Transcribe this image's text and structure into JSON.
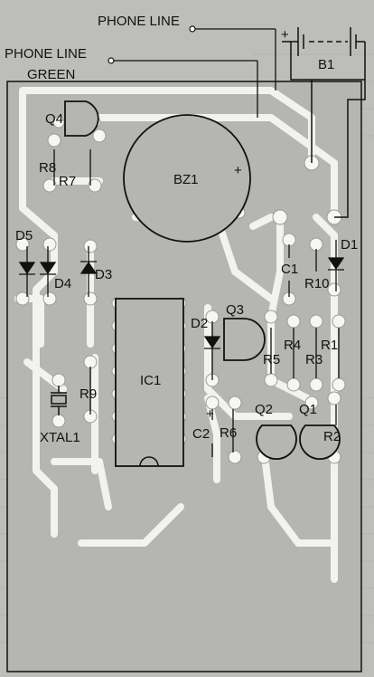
{
  "labels": {
    "phone_line_1": "PHONE LINE",
    "phone_line_2": "PHONE LINE",
    "green": "GREEN",
    "b1": "B1",
    "battery_plus": "+",
    "bz1": "BZ1",
    "bz1_plus": "+",
    "c2_plus": "+",
    "q4": "Q4",
    "r8": "R8",
    "r7": "R7",
    "d5": "D5",
    "d4": "D4",
    "d3": "D3",
    "d1": "D1",
    "c1": "C1",
    "r10": "R10",
    "d2": "D2",
    "q3": "Q3",
    "ic1": "IC1",
    "r4": "R4",
    "r1": "R1",
    "r5": "R5",
    "r3": "R3",
    "r9": "R9",
    "xtal1": "XTAL1",
    "c2": "C2",
    "r6": "R6",
    "q2": "Q2",
    "q1": "Q1",
    "r2": "R2"
  },
  "colors": {
    "background": "#bdbdb9",
    "board": "#b5b5b1",
    "trace": "#f2f2ee",
    "ink": "#111111"
  }
}
